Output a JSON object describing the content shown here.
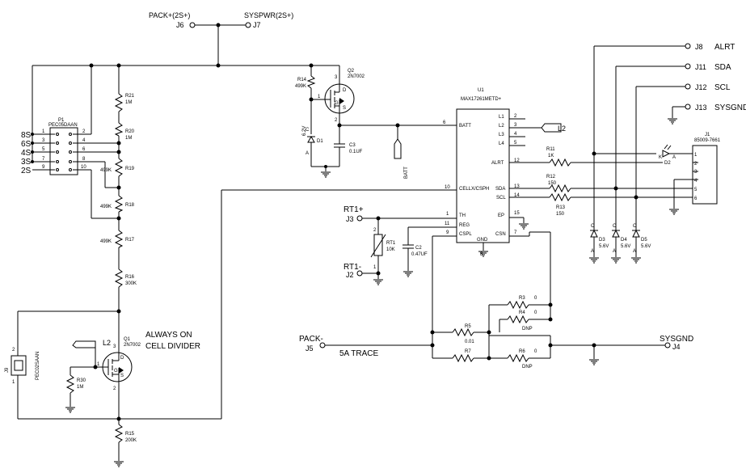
{
  "ports": {
    "pack_plus": "PACK+(2S+)",
    "j6": "J6",
    "syspwr": "SYSPWR(2S+)",
    "j7": "J7",
    "alrt": "ALRT",
    "j8": "J8",
    "sda": "SDA",
    "j11": "J11",
    "scl": "SCL",
    "j12": "J12",
    "sysgnd_top": "SYSGND",
    "j13": "J13",
    "rt1_plus": "RT1+",
    "j3": "J3",
    "rt1_minus": "RT1-",
    "j2": "J2",
    "pack_minus": "PACK-",
    "j5": "J5",
    "trace": "5A TRACE",
    "sysgnd": "SYSGND",
    "j4": "J4"
  },
  "p1": {
    "ref": "P1",
    "part": "PEC05DAAN",
    "pins": [
      "1",
      "2",
      "3",
      "4",
      "5",
      "6",
      "7",
      "8",
      "9",
      "10"
    ],
    "cells": [
      "8S",
      "6S",
      "4S",
      "3S",
      "2S"
    ]
  },
  "ic": {
    "ref": "U1",
    "part": "MAX17261METD+",
    "pins": {
      "batt": "BATT",
      "l1": "L1",
      "l2": "L2",
      "l3": "L3",
      "l4": "L4",
      "alrt": "ALRT",
      "sda": "SDA",
      "scl": "SCL",
      "cellx": "CELLX/CSPH",
      "th": "TH",
      "reg": "REG",
      "cspl": "CSPL",
      "ep": "EP",
      "csn": "CSN",
      "gnd": "GND"
    },
    "pin_numbers": {
      "batt": "6",
      "l1": "2",
      "l2": "3",
      "l3": "4",
      "l4": "5",
      "alrt": "12",
      "sda": "13",
      "scl": "14",
      "cellx": "10",
      "th": "1",
      "reg": "11",
      "cspl": "9",
      "ep": "15",
      "csn": "7",
      "gnd": "8"
    }
  },
  "q2": {
    "ref": "Q2",
    "part": "2N7002",
    "g": "G",
    "d": "D",
    "s": "S",
    "p1": "1",
    "p2": "2",
    "p3": "3"
  },
  "q1": {
    "ref": "Q1",
    "part": "2N7002",
    "g": "G",
    "d": "D",
    "s": "S",
    "p1": "1",
    "p2": "2",
    "p3": "3"
  },
  "d1": {
    "ref": "D1",
    "value": "6.2V",
    "c": "C",
    "a": "A"
  },
  "c3": {
    "ref": "C3",
    "value": "0.1UF"
  },
  "c2": {
    "ref": "C2",
    "value": "0.47UF"
  },
  "batt_label": "BATT",
  "l2_label": "L2",
  "r14": {
    "ref": "R14",
    "value": "499K"
  },
  "r21": {
    "ref": "R21",
    "value": "1M"
  },
  "r20": {
    "ref": "R20",
    "value": "1M"
  },
  "r19": {
    "ref": "R19",
    "value": "499K"
  },
  "r18": {
    "ref": "R18",
    "value": "499K"
  },
  "r17": {
    "ref": "R17",
    "value": "499K"
  },
  "r16": {
    "ref": "R16",
    "value": "300K"
  },
  "r15": {
    "ref": "R15",
    "value": "200K"
  },
  "r30": {
    "ref": "R30",
    "value": "1M"
  },
  "r11": {
    "ref": "R11",
    "value": "1K"
  },
  "r12": {
    "ref": "R12",
    "value": "150"
  },
  "r13": {
    "ref": "R13",
    "value": "150"
  },
  "r3": {
    "ref": "R3",
    "value": "0"
  },
  "r4": {
    "ref": "R4",
    "value": "0",
    "note": "DNP"
  },
  "r5": {
    "ref": "R5",
    "value": "0.01"
  },
  "r7": {
    "ref": "R7",
    "value": ""
  },
  "r6": {
    "ref": "R6",
    "value": "0",
    "note": "DNP"
  },
  "rt1": {
    "ref": "RT1",
    "value": "10K",
    "p1": "1",
    "p2": "2"
  },
  "j9": {
    "ref": "J9",
    "part": "PEC02SAAN",
    "p1": "1",
    "p2": "2"
  },
  "j1": {
    "ref": "J1",
    "part": "85009-7661",
    "pins": [
      "1",
      "2",
      "3",
      "4",
      "5",
      "6"
    ]
  },
  "d2": {
    "ref": "D2",
    "k": "K",
    "a": "A"
  },
  "tvs": [
    {
      "ref": "D3",
      "value": "5.6V",
      "c": "C",
      "a": "A"
    },
    {
      "ref": "D4",
      "value": "5.6V",
      "c": "C",
      "a": "A"
    },
    {
      "ref": "D5",
      "value": "5.6V",
      "c": "C",
      "a": "A"
    }
  ],
  "l2_q1": "L2",
  "note": {
    "line1": "ALWAYS ON",
    "line2": "CELL DIVIDER"
  },
  "ic_pin_misc": {
    "p1": "1"
  }
}
